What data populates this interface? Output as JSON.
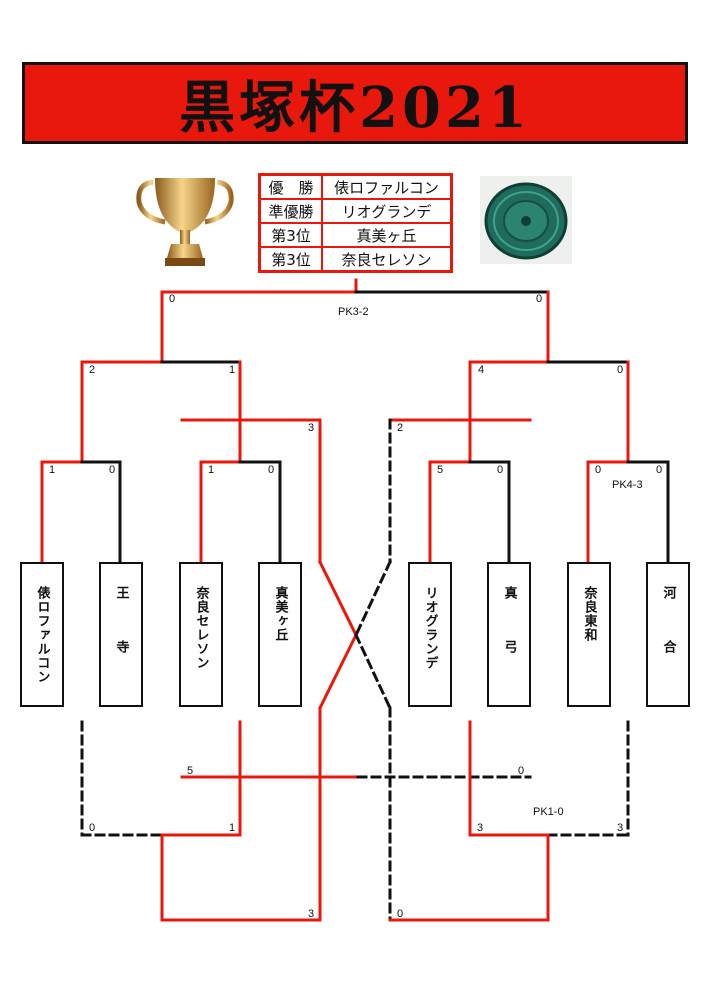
{
  "title": "黒塚杯2021",
  "results": [
    {
      "rank": "優　勝",
      "team": "俵ロファルコン"
    },
    {
      "rank": "準優勝",
      "team": "リオグランデ"
    },
    {
      "rank": "第3位",
      "team": "真美ヶ丘"
    },
    {
      "rank": "第3位",
      "team": "奈良セレソン"
    }
  ],
  "teams": [
    "俵ロファルコン",
    "王　寺",
    "奈良セレソン",
    "真美ヶ丘",
    "リオグランデ",
    "真　弓",
    "奈良東和",
    "河　合"
  ],
  "scores": {
    "final_left": "0",
    "final_right": "0",
    "final_pk": "PK3-2",
    "semi1_left": "2",
    "semi1_right": "1",
    "semi2_left": "4",
    "semi2_right": "0",
    "qf1_left": "1",
    "qf1_right": "0",
    "qf2_left": "1",
    "qf2_right": "0",
    "qf3_left": "5",
    "qf3_right": "0",
    "qf4_left": "0",
    "qf4_right": "0",
    "qf4_pk": "PK4-3",
    "cross_upper_left": "3",
    "cross_upper_right": "2",
    "cross_lower_left": "5",
    "cross_lower_right": "0",
    "cons1_left": "0",
    "cons1_right": "1",
    "cons2_left": "3",
    "cons2_right": "3",
    "cons2_pk": "PK1-0",
    "third_left": "3",
    "third_right": "0"
  },
  "colors": {
    "win": "#e8180c",
    "line": "#111111",
    "banner": "#e8180c"
  },
  "icons": {
    "trophy": "trophy-icon",
    "medal": "bronze-mirror-medal"
  }
}
